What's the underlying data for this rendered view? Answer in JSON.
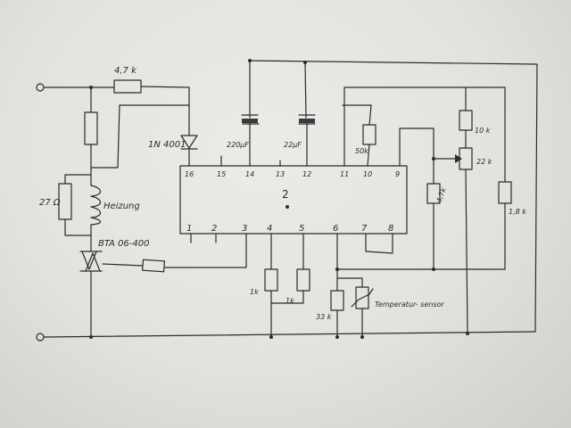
{
  "labels": {
    "r_top": "4,7 k",
    "diode": "1N 4001",
    "cap1": "220µF",
    "cap2": "22µF",
    "r_50k": "50k",
    "r_10k": "10 k",
    "pot_22k": "22 k",
    "r_4k7": "4,7k",
    "r_1k8": "1,8 k",
    "r_27": "27 Ω",
    "heater": "Heizung",
    "triac": "BTA 06-400",
    "r_1k_a": "1k",
    "r_1k_b": "1k",
    "r_33k": "33 k",
    "sensor": "Temperatur- sensor",
    "ic_number": "2"
  },
  "ic_pins_top": [
    "16",
    "15",
    "14",
    "13",
    "12",
    "11",
    "10",
    "9"
  ],
  "ic_pins_bottom": [
    "1",
    "2",
    "3",
    "4",
    "5",
    "6",
    "7",
    "8"
  ]
}
